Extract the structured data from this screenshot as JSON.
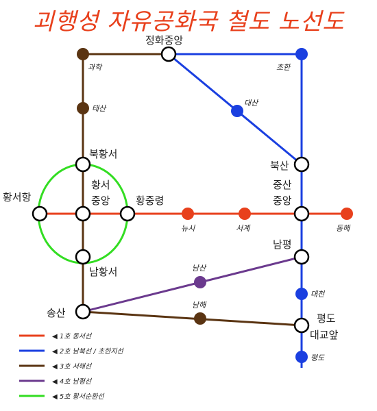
{
  "title": "괴행성 자유공화국 철도 노선도",
  "lines": {
    "l1": {
      "color": "#e8401c",
      "legend": "◀ 1호 동서선"
    },
    "l2": {
      "color": "#1a3fe0",
      "legend": "◀ 2호 남북선 / 초한지선"
    },
    "l3": {
      "color": "#5a3412",
      "legend": "◀ 3호 서해선"
    },
    "l4": {
      "color": "#6b3a8e",
      "legend": "◀ 4호 남평선"
    },
    "l5": {
      "color": "#33dd22",
      "legend": "◀ 5호 황서순환선"
    }
  },
  "stations": {
    "gwahak": "과학",
    "jeonghwa": "정화중앙",
    "chohan": "초한",
    "taesan": "태산",
    "daesan": "대산",
    "bukhwangseo": "북황서",
    "buksan": "북산",
    "hwangseohang": "황서항",
    "hwangseo1": "황서",
    "hwangseo2": "중앙",
    "hwangjung": "황중령",
    "nyusi": "뉴시",
    "seogye": "서계",
    "jungsan1": "중산",
    "jungsan2": "중앙",
    "donghae": "동해",
    "namhwangseo": "남황서",
    "nampyeong": "남평",
    "namsan": "남산",
    "daecheon": "대천",
    "songsan": "송산",
    "namhae": "남해",
    "pyeongdo_dg1": "평도",
    "pyeongdo_dg2": "대교앞",
    "pyeongdo": "평도"
  }
}
